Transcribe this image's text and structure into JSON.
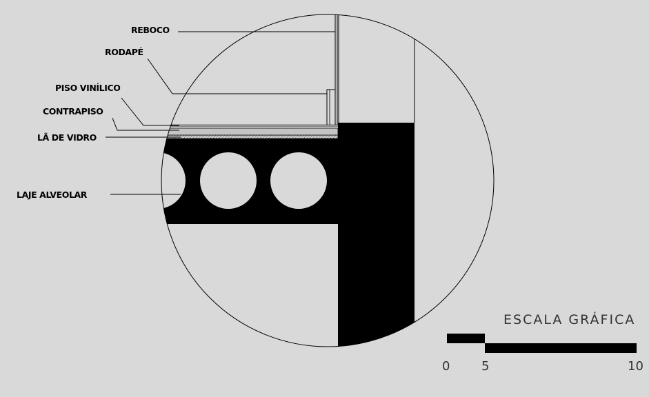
{
  "labels": {
    "reboco": "REBOCO",
    "rodape": "RODAPÉ",
    "piso_vinilico": "PISO VINÍLICO",
    "contrapiso": "CONTRAPISO",
    "la_de_vidro": "LÃ DE VIDRO",
    "laje_alveolar": "LAJE ALVEOLAR"
  },
  "scale": {
    "title": "ESCALA GRÁFICA",
    "ticks": [
      "0",
      "5",
      "10"
    ]
  },
  "colors": {
    "background": "#d9d9d9",
    "ink": "#000000",
    "hatch": "#888888"
  }
}
